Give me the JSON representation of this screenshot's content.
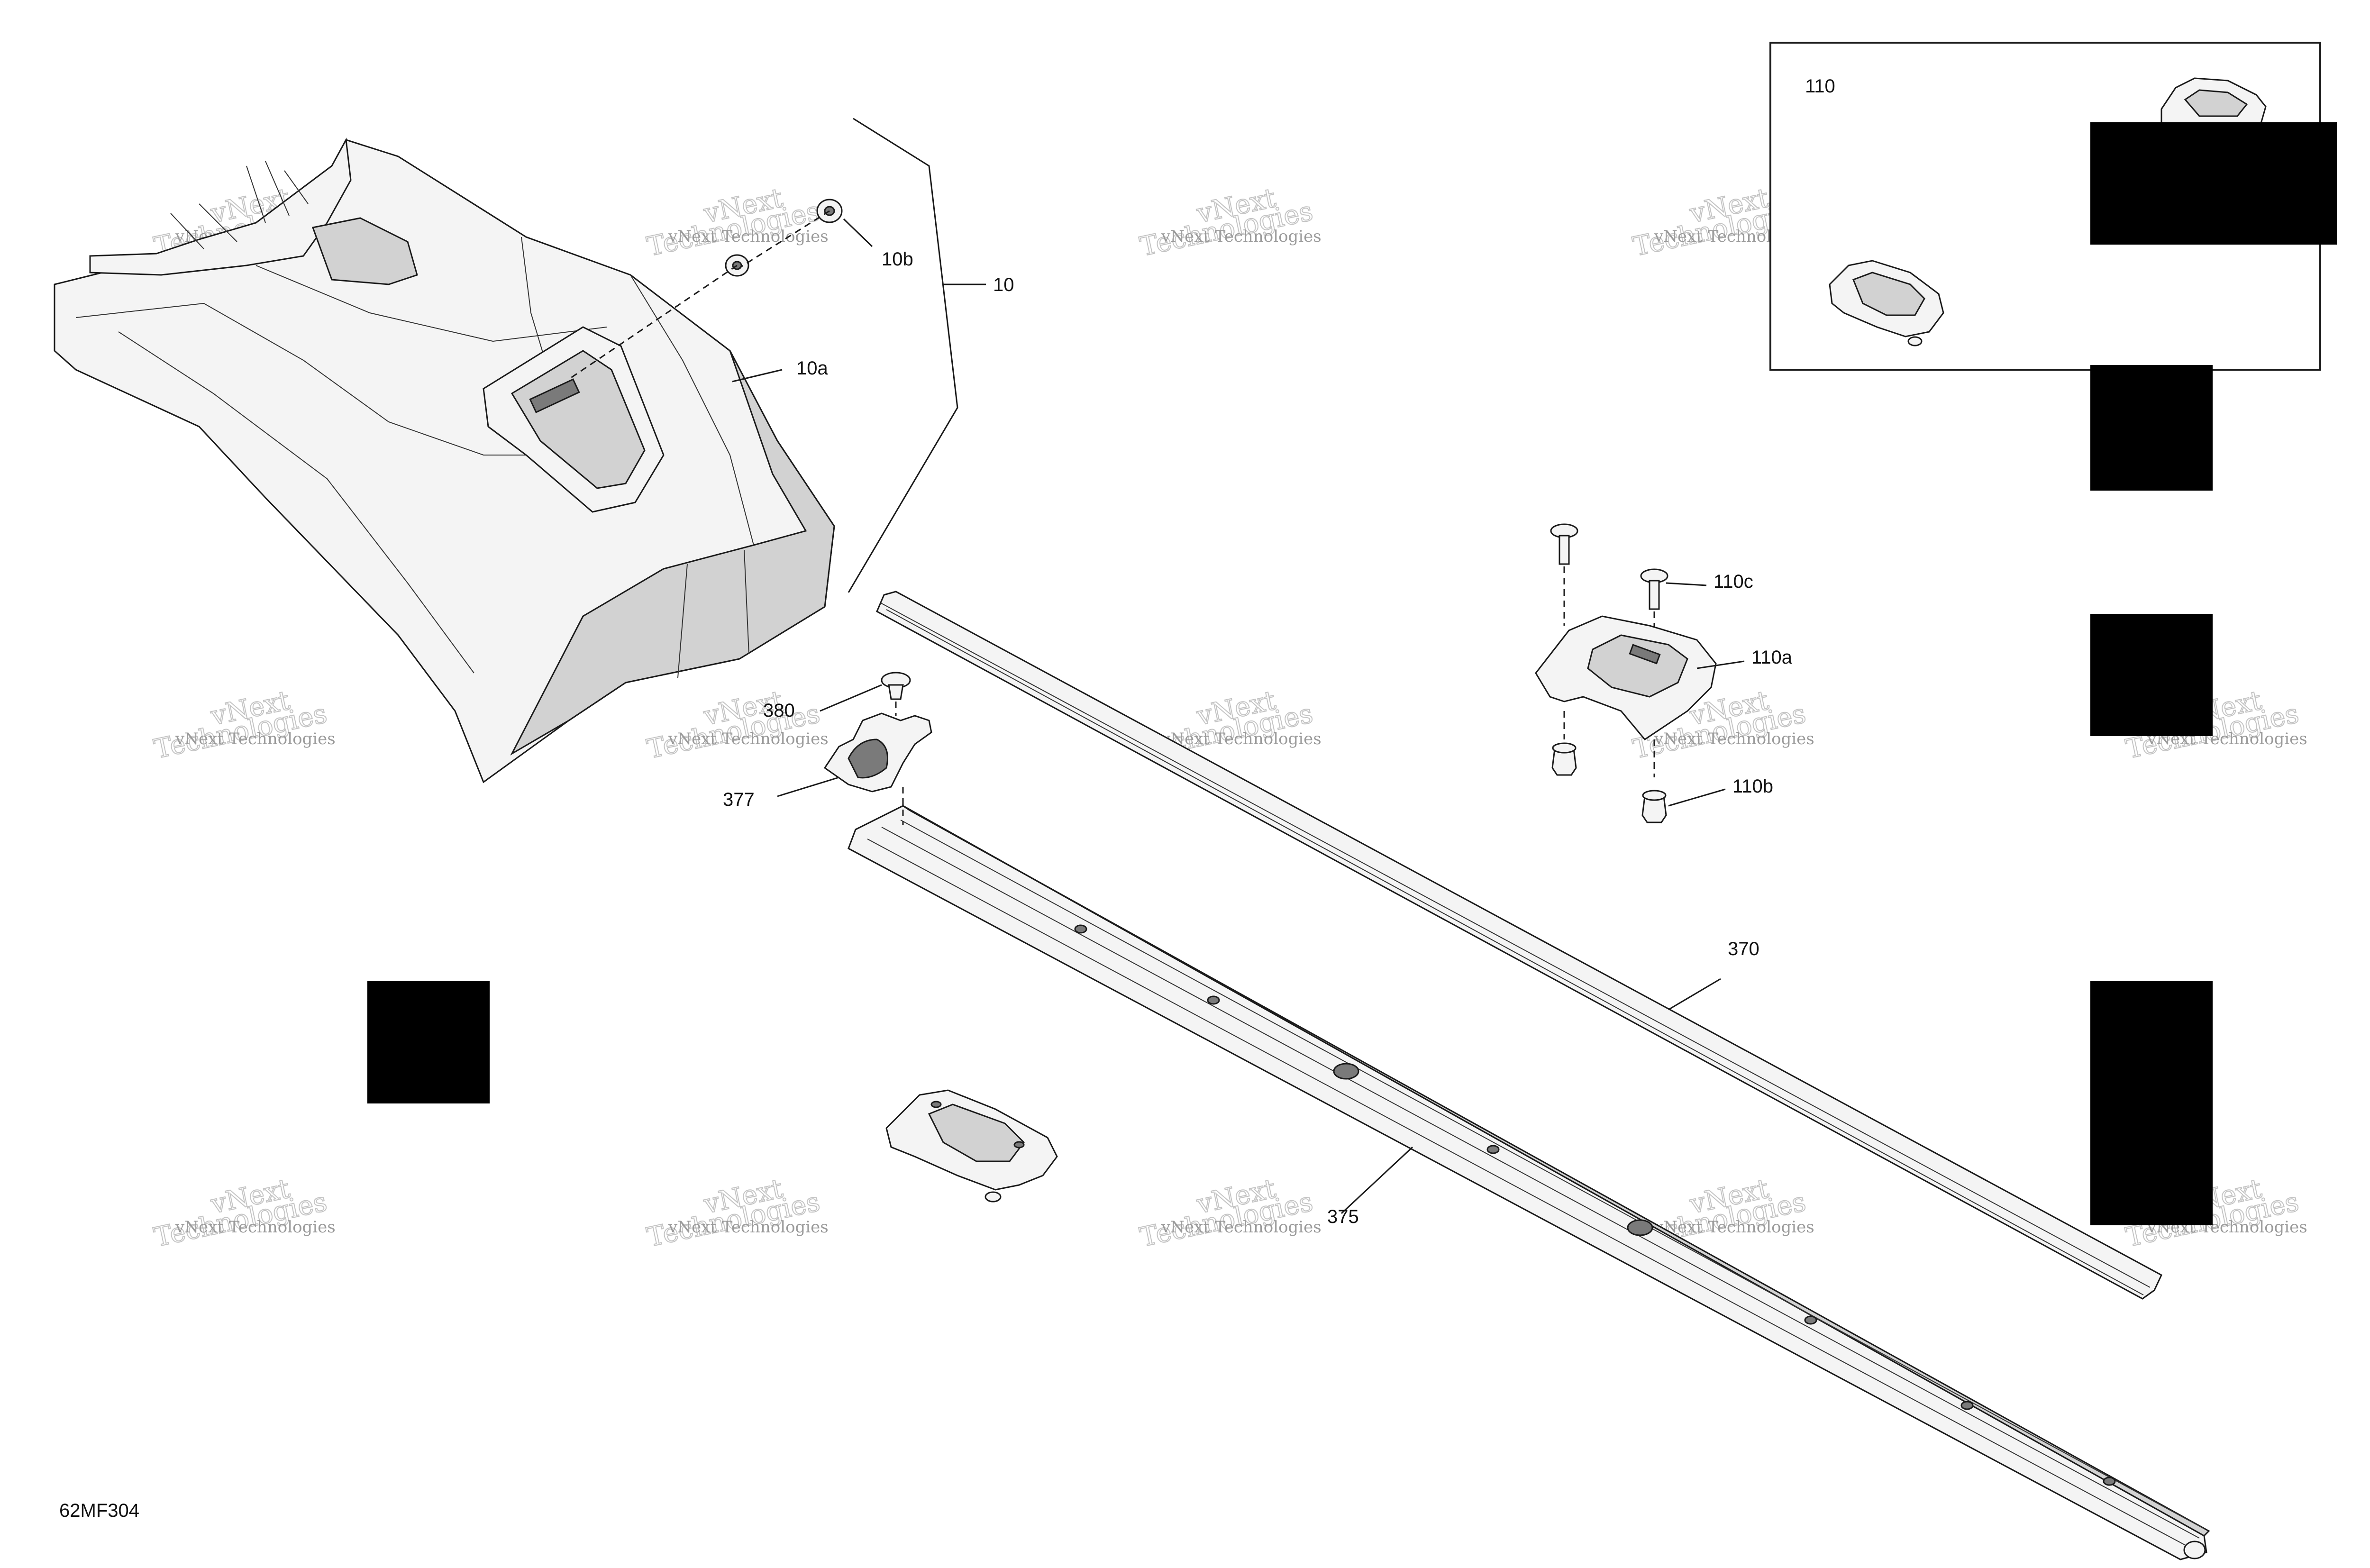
{
  "diagram_code": "62MF304",
  "watermark": {
    "line1": "vNext Technologies",
    "line2": "vNext",
    "line3": "Technologies"
  },
  "callouts": {
    "c10": "10",
    "c10a": "10a",
    "c10b": "10b",
    "c110": "110",
    "c110a": "110a",
    "c110b": "110b",
    "c110c": "110c",
    "c370": "370",
    "c375": "375",
    "c377": "377",
    "c380": "380"
  },
  "colors": {
    "line": "#1a1a1a",
    "part_fill": "#f4f4f4",
    "shade_fill": "#d2d2d2",
    "redaction": "#000000",
    "watermark": "#9a9a9a"
  }
}
